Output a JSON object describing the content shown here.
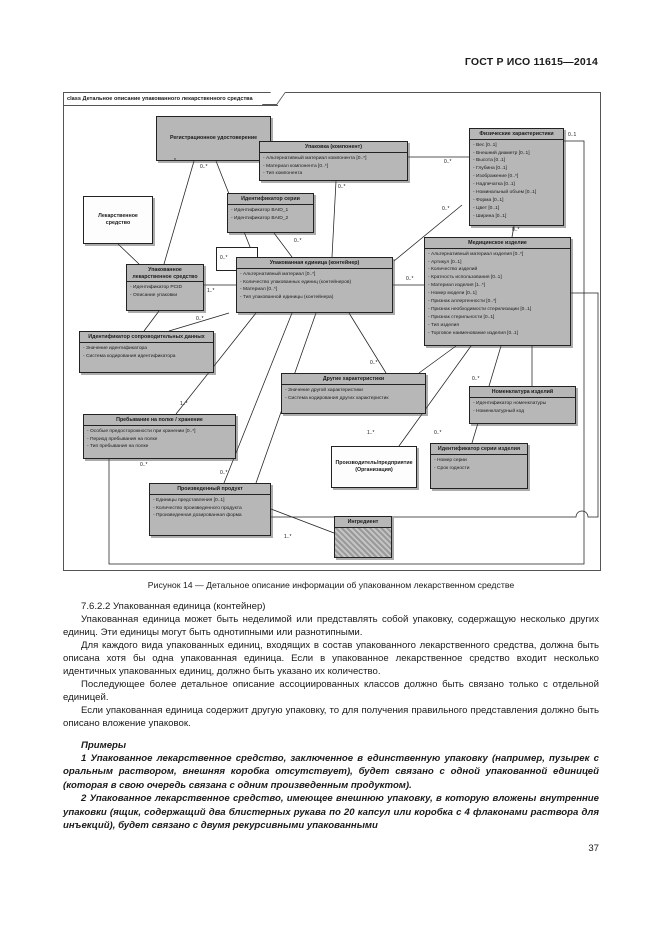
{
  "document": {
    "header": "ГОСТ Р ИСО 11615—2014",
    "caption": "Рисунок 14 — Детальное описание информации об упакованном лекарственном средстве",
    "section_heading": "7.6.2.2 Упакованная единица (контейнер)",
    "paragraphs": [
      "Упакованная единица может быть неделимой или представлять собой упаковку, содержащую несколько других единиц. Эти единицы могут быть однотипными или разнотипными.",
      "Для каждого вида упакованных единиц, входящих в состав упакованного лекарственного средства, должна быть описана хотя бы одна упакованная единица. Если в упакованное лекарственное средство входит несколько идентичных упакованных единиц, должно быть указано их количество.",
      "Последующее более детальное описание ассоциированных классов должно быть связано только с отдельной единицей.",
      "Если упакованная единица содержит другую упаковку, то для получения правильного представления должно быть описано вложение упаковок."
    ],
    "examples_title": "Примеры",
    "examples": [
      "1 Упакованное лекарственное средство, заключенное в единственную упаковку (например, пузырек с оральным раствором, внешняя коробка отсутствует), будет связано с одной упакованной единицей (которая в свою очередь связана с одним произведенным продуктом).",
      "2 Упакованное лекарственное средство, имеющее внешнюю упаковку, в которую вложены внутренние упаковки (ящик, содержащий два блистерных рукава по 20 капсул или коробка с 4 флаконами раствора для инъекций), будет связано с двумя рекурсивными упакованными"
    ],
    "page_number": "37"
  },
  "diagram": {
    "frame_title": "class Детальное описание упакованного лекарственного средства",
    "box_fill": "#b7b7b7",
    "recursion_label": "0..*",
    "classes": {
      "reg_cert": {
        "title": "Регистрационное удостоверение",
        "attrs": []
      },
      "drug": {
        "title": "Лекарственное средство",
        "attrs": []
      },
      "pack_component": {
        "title": "Упаковка (компонент)",
        "attrs": [
          "Альтернативный материал компонента [0..*]",
          "Материал компонента [0..*]",
          "Тип компонента"
        ]
      },
      "batch_id": {
        "title": "Идентификатор серии",
        "attrs": [
          "Идентификатор BAID_1",
          "Идентификатор BAID_2"
        ]
      },
      "phys_char": {
        "title": "Физические характеристики",
        "attrs": [
          "Вес [0..1]",
          "Внешний диаметр [0..1]",
          "Высота [0..1]",
          "Глубина [0..1]",
          "Изображение [0..*]",
          "Надпечатка [0..1]",
          "Номинальный объем [0..1]",
          "Форма [0..1]",
          "Цвет [0..1]",
          "Ширина [0..1]"
        ]
      },
      "pack_unit": {
        "title": "Упакованная единица (контейнер)",
        "attrs": [
          "Альтернативный материал [0..*]",
          "Количество упакованных единиц (контейнеров)",
          "Материал [0..*]",
          "Тип упакованной единицы (контейнера)"
        ]
      },
      "packaged_drug": {
        "title": "Упакованное лекарственное средство",
        "attrs": [
          "Идентификатор PCID",
          "Описание упаковки"
        ]
      },
      "assoc_data_id": {
        "title": "Идентификатор сопроводительных данных",
        "attrs": [
          "Значение идентификатора",
          "Система кодирования идентификатора"
        ]
      },
      "med_device": {
        "title": "Медицинское изделие",
        "attrs": [
          "Альтернативный материал изделия [0..*]",
          "Артикул [0..1]",
          "Количество изделий",
          "Кратность использования [0..1]",
          "Материал изделия [1..*]",
          "Номер модели [0..1]",
          "Признак аллергенности [0..*]",
          "Признак необходимости стерилизации [0..1]",
          "Признак стерильности [0..1]",
          "Тип изделия",
          "Торговое наименование изделия [0..1]"
        ]
      },
      "other_char": {
        "title": "Другие характеристики",
        "attrs": [
          "Значение другой характеристики",
          "Система кодирования других характеристик"
        ]
      },
      "shelf_life": {
        "title": "Пребывание на полке / хранение",
        "attrs": [
          "Особые предосторожности при хранении [0..*]",
          "Период пребывания на полке",
          "Тип пребывания на полке"
        ]
      },
      "nomenclature": {
        "title": "Номенклатура изделий",
        "attrs": [
          "Идентификатор номенклатуры",
          "Номенклатурный код"
        ]
      },
      "manufacturer": {
        "title": "Производитель/предприятие (Организация)",
        "attrs": []
      },
      "device_batch_id": {
        "title": "Идентификатор серии изделия",
        "attrs": [
          "Номер серии",
          "Срок годности"
        ]
      },
      "produced_product": {
        "title": "Произведенный продукт",
        "attrs": [
          "Единицы представления [0..1]",
          "Количество произведенного продукта",
          "Произведенная дозированная форма"
        ]
      },
      "ingredient": {
        "title": "Ингредиент",
        "attrs": []
      }
    },
    "labels": [
      "*",
      "0..*",
      "1..*",
      "0..*",
      "0..*",
      "0..*",
      "0..*",
      "0..*",
      "0..1",
      "0..*",
      "0..*",
      "0..*",
      "1..*",
      "0..*",
      "0..*",
      "1..*",
      "0..*",
      "0..*",
      "1..*"
    ]
  }
}
